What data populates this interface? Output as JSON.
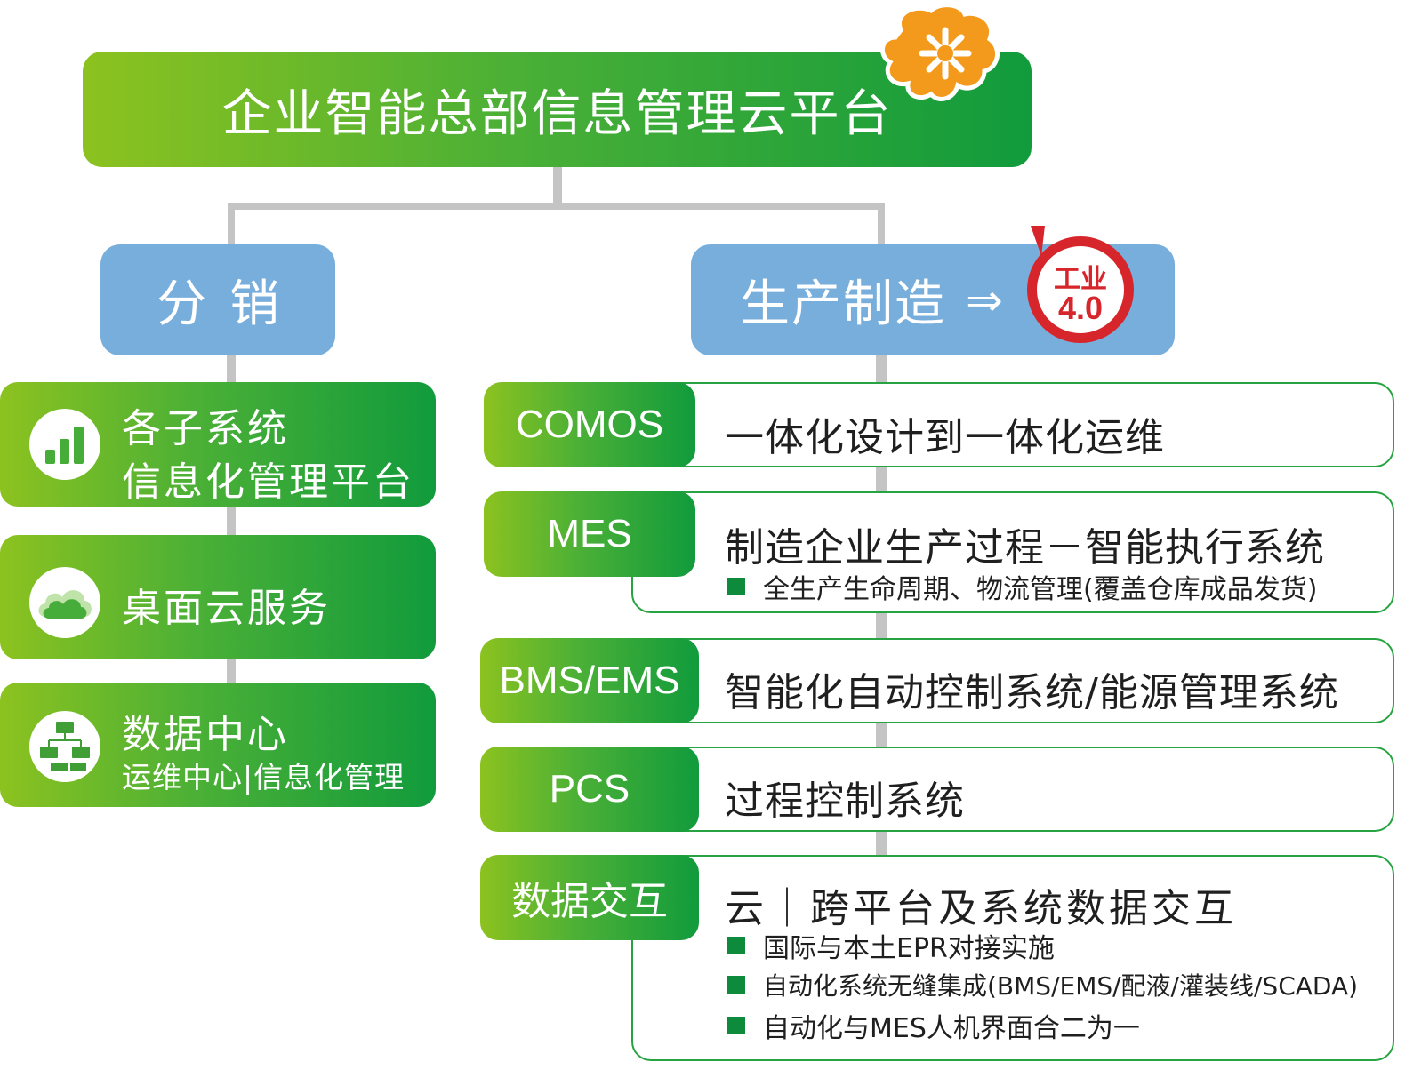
{
  "top": {
    "title": "企业智能总部信息管理云平台"
  },
  "left": {
    "header": "分销",
    "boxes": [
      {
        "line1": "各子系统",
        "line2": "信息化管理平台",
        "icon": "bar-chart-icon"
      },
      {
        "line1": "桌面云服务",
        "icon": "cloud-icon"
      },
      {
        "line1": "数据中心",
        "line2": "运维中心|信息化管理",
        "icon": "network-computers-icon"
      }
    ]
  },
  "right": {
    "header": "生产制造",
    "arrow": "⇒",
    "badge": {
      "line1": "工业",
      "line2": "4.0"
    },
    "rows": [
      {
        "label": "COMOS",
        "title": "一体化设计到一体化运维",
        "bullets": []
      },
      {
        "label": "MES",
        "title": "制造企业生产过程－智能执行系统",
        "bullets": [
          "全生产生命周期、物流管理(覆盖仓库成品发货)"
        ]
      },
      {
        "label": "BMS/EMS",
        "title": "智能化自动控制系统/能源管理系统",
        "bullets": []
      },
      {
        "label": "PCS",
        "title": "过程控制系统",
        "bullets": []
      },
      {
        "label": "数据交互",
        "title": "云｜跨平台及系统数据交互",
        "bullets": [
          "国际与本土EPR对接实施",
          "自动化系统无缝集成(BMS/EMS/配液/灌装线/SCADA)",
          "自动化与MES人机界面合二为一"
        ]
      }
    ]
  },
  "colors": {
    "green_dark": "#119b3c",
    "green_light": "#8cc21f",
    "blue": "#78aedb",
    "badge_red": "#d7262b",
    "brain_orange": "#f39a1d",
    "connector_gray": "#c4c4c4"
  }
}
